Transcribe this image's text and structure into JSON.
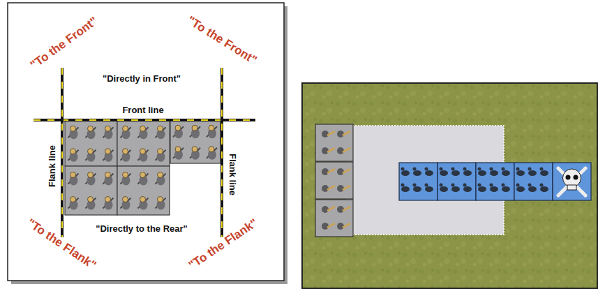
{
  "diagram": {
    "labels": [
      "\"To the Front\"",
      "\"To the Front\"",
      "\"Directly in Front\"",
      "Front line",
      "Flank line",
      "Flank line",
      "\"Directly to the Rear\"",
      "\"To the Flank\"",
      "\"To the Flank\""
    ]
  }
}
